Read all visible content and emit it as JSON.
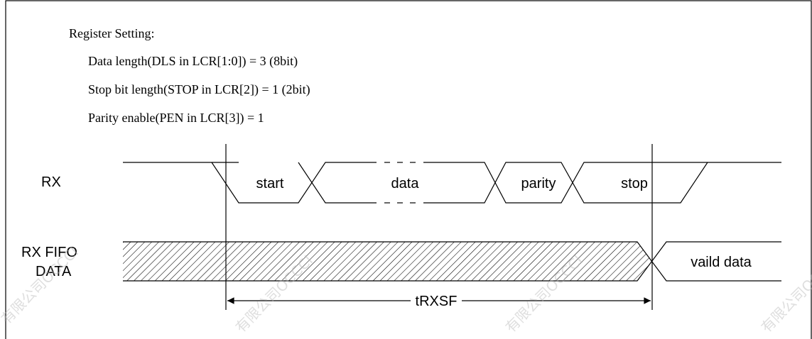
{
  "register": {
    "heading": "Register Setting:",
    "lines": [
      "Data length(DLS in LCR[1:0]) = 3 (8bit)",
      "Stop bit length(STOP in LCR[2]) = 1 (2bit)",
      "Parity enable(PEN in LCR[3]) = 1"
    ]
  },
  "signals": {
    "rx_label": "RX",
    "fifo_label_line1": "RX FIFO",
    "fifo_label_line2": "DATA"
  },
  "rx_segments": [
    "start",
    "data",
    "parity",
    "stop"
  ],
  "fifo": {
    "valid_label": "vaild data"
  },
  "timing": {
    "label": "tRXSF"
  },
  "watermark": {
    "text": "有限公司OCCCI"
  }
}
